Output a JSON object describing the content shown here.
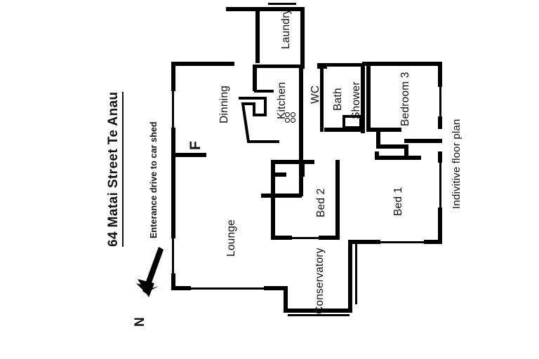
{
  "document": {
    "title": "64 Matai Street  Te Anau",
    "plan_note": "Indivitive floor plan",
    "entrance_note": "Enterance drive  to car shed",
    "north_letter": "N",
    "north_icon": "north-arrow-icon",
    "ink_color": "#000000",
    "paper_color": "#fefefe"
  },
  "rooms": [
    {
      "key": "laundry",
      "label": "Laundry."
    },
    {
      "key": "kitchen",
      "label": "Kitchen"
    },
    {
      "key": "wc",
      "label": "WC"
    },
    {
      "key": "bath",
      "label": "Bath"
    },
    {
      "key": "shower",
      "label": "Shower"
    },
    {
      "key": "bedroom3",
      "label": "Bedroom 3"
    },
    {
      "key": "dinning",
      "label": "Dinning"
    },
    {
      "key": "lounge",
      "label": "Lounge"
    },
    {
      "key": "bed2",
      "label": "Bed 2"
    },
    {
      "key": "bed1",
      "label": "Bed  1"
    },
    {
      "key": "conservatory",
      "label": "Conservatory"
    }
  ],
  "fixtures": {
    "fireplace_label": "F",
    "hob_icon": "stove-burners-icon",
    "bench_icon": "kitchen-bench-icon",
    "bath_icon": "bath-tub-icon"
  }
}
